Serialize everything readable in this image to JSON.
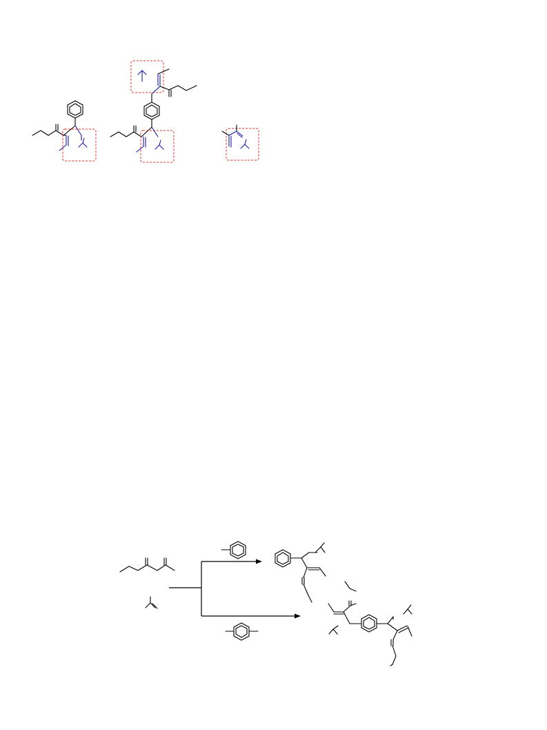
{
  "figure": {
    "top_row": {
      "structures": [
        {
          "name": "phenyl-substituted-dihydropyridine",
          "highlighted_fragment": "dashed-red-box"
        },
        {
          "name": "phenylene-bridged-bis-dihydropyridine",
          "highlighted_fragment": "dashed-red-box"
        },
        {
          "name": "reference-fragment",
          "highlighted_fragment": "dashed-red-box"
        }
      ]
    },
    "scheme": {
      "reagents": [
        "ketoester",
        "amine-fragment"
      ],
      "branches": [
        {
          "aldehyde": "benzaldehyde",
          "product": "mono-dihydropyridine"
        },
        {
          "aldehyde": "terephthalaldehyde",
          "product": "bis-dihydropyridine"
        }
      ]
    }
  },
  "colors": {
    "bond": "#000000",
    "highlight_bond": "#1a1aa8",
    "highlight_box": "#e0302a"
  }
}
